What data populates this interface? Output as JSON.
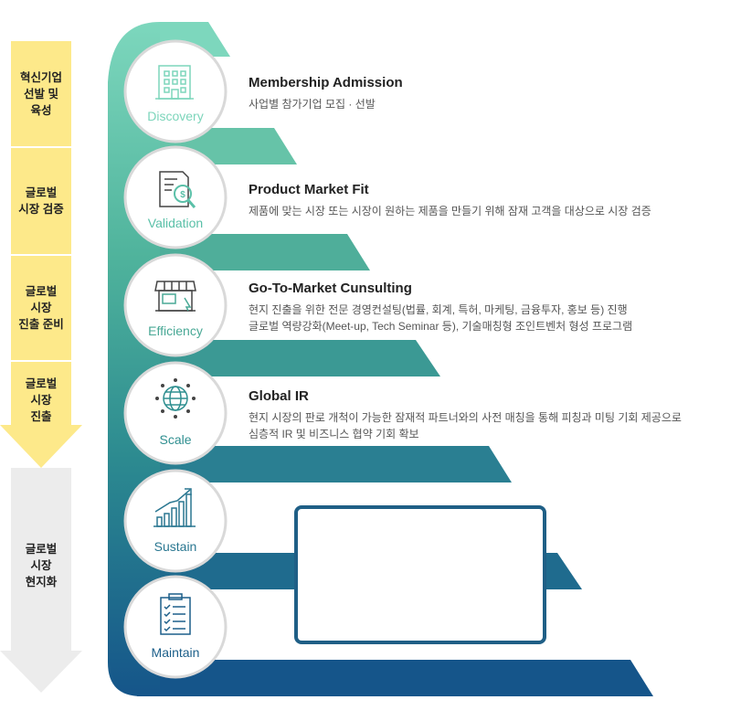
{
  "phases": [
    {
      "label": "혁신기업\n선발 및\n육성"
    },
    {
      "label": "글로벌\n시장 검증"
    },
    {
      "label": "글로벌\n시장\n진출 준비"
    },
    {
      "label": "글로벌\n시장\n진출"
    },
    {
      "label": "글로벌\n시장\n현지화"
    }
  ],
  "stages": [
    {
      "name": "Discovery",
      "title": "Membership Admission",
      "desc": "사업별 참가기업 모집 · 선발",
      "icon": "building-icon",
      "color": "#7dd5bb"
    },
    {
      "name": "Validation",
      "title": "Product Market Fit",
      "desc": "제품에 맞는 시장 또는 시장이 원하는 제품을 만들기 위해 잠재 고객을 대상으로 시장 검증",
      "icon": "document-magnifier-icon",
      "color": "#5ac0a8"
    },
    {
      "name": "Efficiency",
      "title": "Go-To-Market Cunsulting",
      "desc": "현지 진출을 위한 전문 경영컨설팅(법률, 회계, 특허, 마케팅, 금융투자, 홍보 등) 진행\n글로벌 역량강화(Meet-up, Tech Seminar 등), 기술매칭형 조인트벤처 형성 프로그램",
      "icon": "storefront-icon",
      "color": "#48a895"
    },
    {
      "name": "Scale",
      "title": "Global IR",
      "desc": "현지 시장의 판로 개척이 가능한 잠재적 파트너와의 사전 매칭을 통해 피칭과 미팅 기회 제공으로\n심층적 IR 및 비즈니스 협약 기회 확보",
      "icon": "globe-network-icon",
      "color": "#2f8f90"
    },
    {
      "name": "Sustain",
      "title": "",
      "desc": "",
      "icon": "growth-chart-icon",
      "color": "#2a7791"
    },
    {
      "name": "Maintain",
      "title": "",
      "desc": "",
      "icon": "clipboard-checklist-icon",
      "color": "#1c5f8a"
    }
  ],
  "flags": [
    "usa-canada-mexico-flag-icon",
    "eu-flag-icon",
    "china-flag-icon",
    "south-america-map-icon",
    "japan-flag-icon",
    "middle-east-map-icon",
    "asean-flag-icon"
  ]
}
